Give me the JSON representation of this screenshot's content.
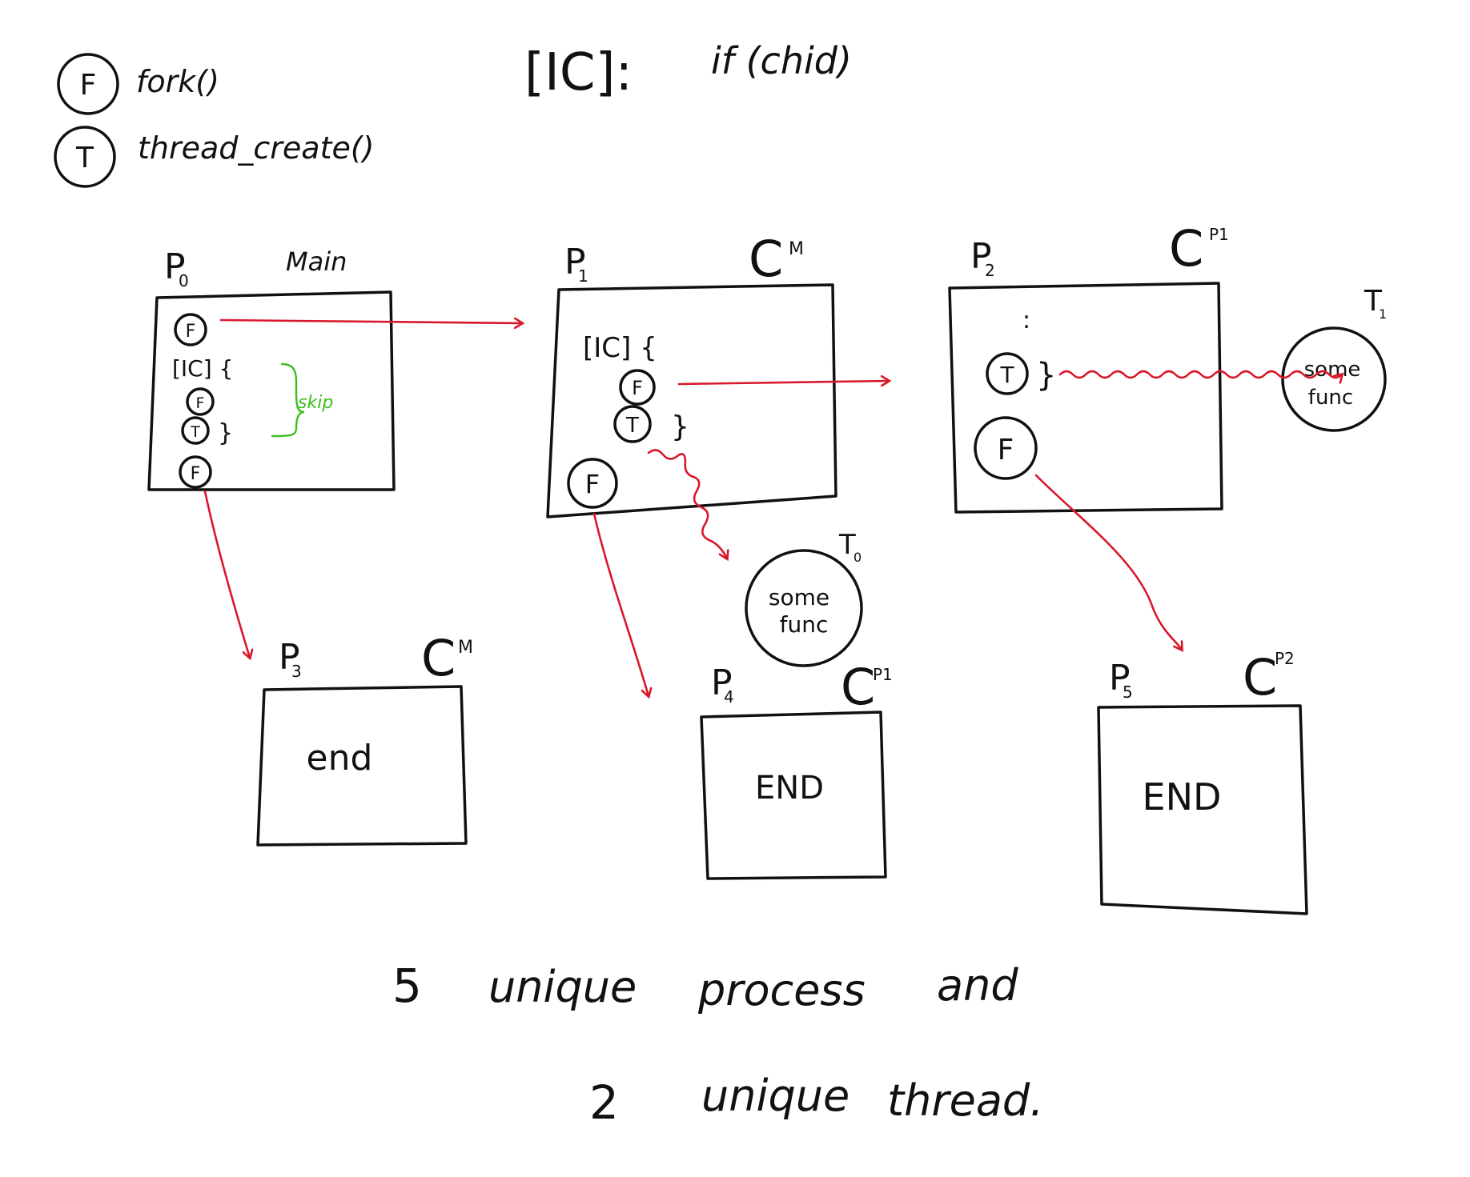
{
  "legend": {
    "fork_symbol": "F",
    "fork_text": "fork()",
    "thread_symbol": "T",
    "thread_text": "thread_create()"
  },
  "condition": {
    "label": "[IC]:",
    "code": "if (chid)"
  },
  "processes": {
    "p0": {
      "name": "P",
      "sub": "0",
      "role": "Main",
      "line1": "[IC] {",
      "line3": "}",
      "skip": "skip"
    },
    "p1": {
      "name": "P",
      "sub": "1",
      "role": "C",
      "role_sup": "M",
      "line1": "[IC] {",
      "line3": "}"
    },
    "p2": {
      "name": "P",
      "sub": "2",
      "role": "C",
      "role_sup": "P1",
      "dots": ":",
      "line1": "}"
    },
    "p3": {
      "name": "P",
      "sub": "3",
      "role": "C",
      "role_sup": "M",
      "body": "end"
    },
    "p4": {
      "name": "P",
      "sub": "4",
      "role": "C",
      "role_sup": "P1",
      "body": "END"
    },
    "p5": {
      "name": "P",
      "sub": "5",
      "role": "C",
      "role_sup": "P2",
      "body": "END"
    }
  },
  "threads": {
    "t0": {
      "name": "T",
      "sub": "0",
      "line1": "some",
      "line2": "func"
    },
    "t1": {
      "name": "T",
      "sub": "1",
      "line1": "some",
      "line2": "func"
    }
  },
  "summary": {
    "line1": [
      "5",
      "unique",
      "process",
      "and"
    ],
    "line2": [
      "2",
      "unique",
      "thread."
    ]
  },
  "colors": {
    "ink": "#111111",
    "arrow": "#d8182a",
    "skip": "#3fbf1f"
  }
}
